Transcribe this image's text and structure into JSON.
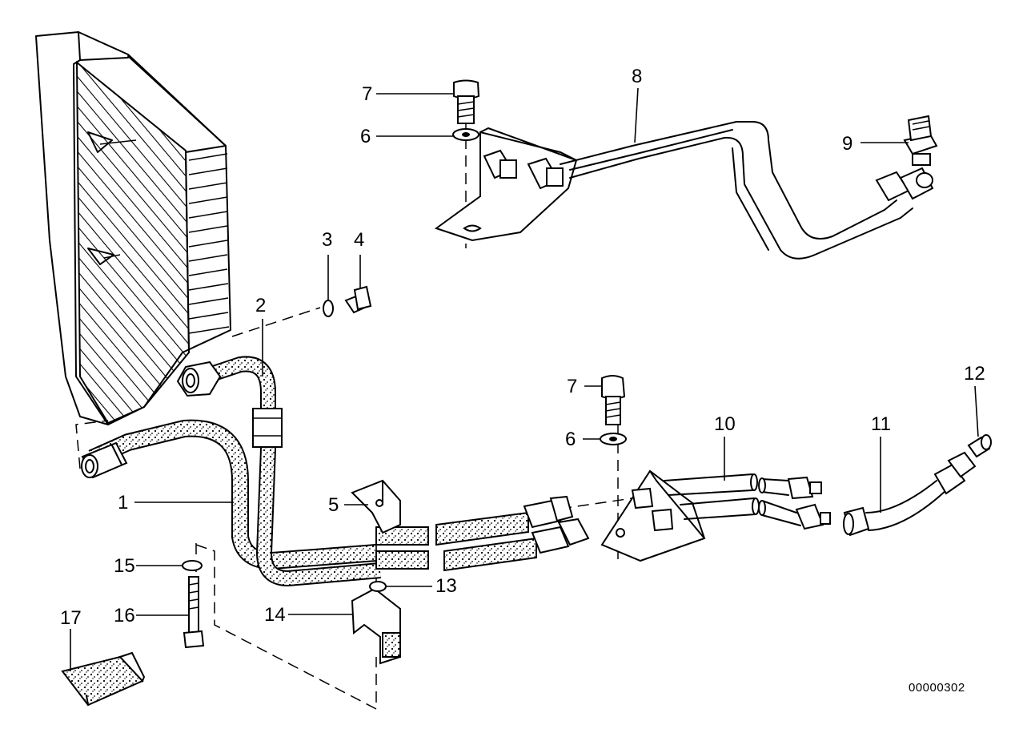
{
  "diagram": {
    "callouts": [
      {
        "id": "c1",
        "text": "1"
      },
      {
        "id": "c2",
        "text": "2"
      },
      {
        "id": "c3",
        "text": "3"
      },
      {
        "id": "c4",
        "text": "4"
      },
      {
        "id": "c5",
        "text": "5"
      },
      {
        "id": "c6a",
        "text": "6"
      },
      {
        "id": "c6b",
        "text": "6"
      },
      {
        "id": "c7a",
        "text": "7"
      },
      {
        "id": "c7b",
        "text": "7"
      },
      {
        "id": "c8",
        "text": "8"
      },
      {
        "id": "c9",
        "text": "9"
      },
      {
        "id": "c10",
        "text": "10"
      },
      {
        "id": "c11",
        "text": "11"
      },
      {
        "id": "c12",
        "text": "12"
      },
      {
        "id": "c13",
        "text": "13"
      },
      {
        "id": "c14",
        "text": "14"
      },
      {
        "id": "c15",
        "text": "15"
      },
      {
        "id": "c16",
        "text": "16"
      },
      {
        "id": "c17",
        "text": "17"
      }
    ],
    "diagram_code": "00000302"
  }
}
